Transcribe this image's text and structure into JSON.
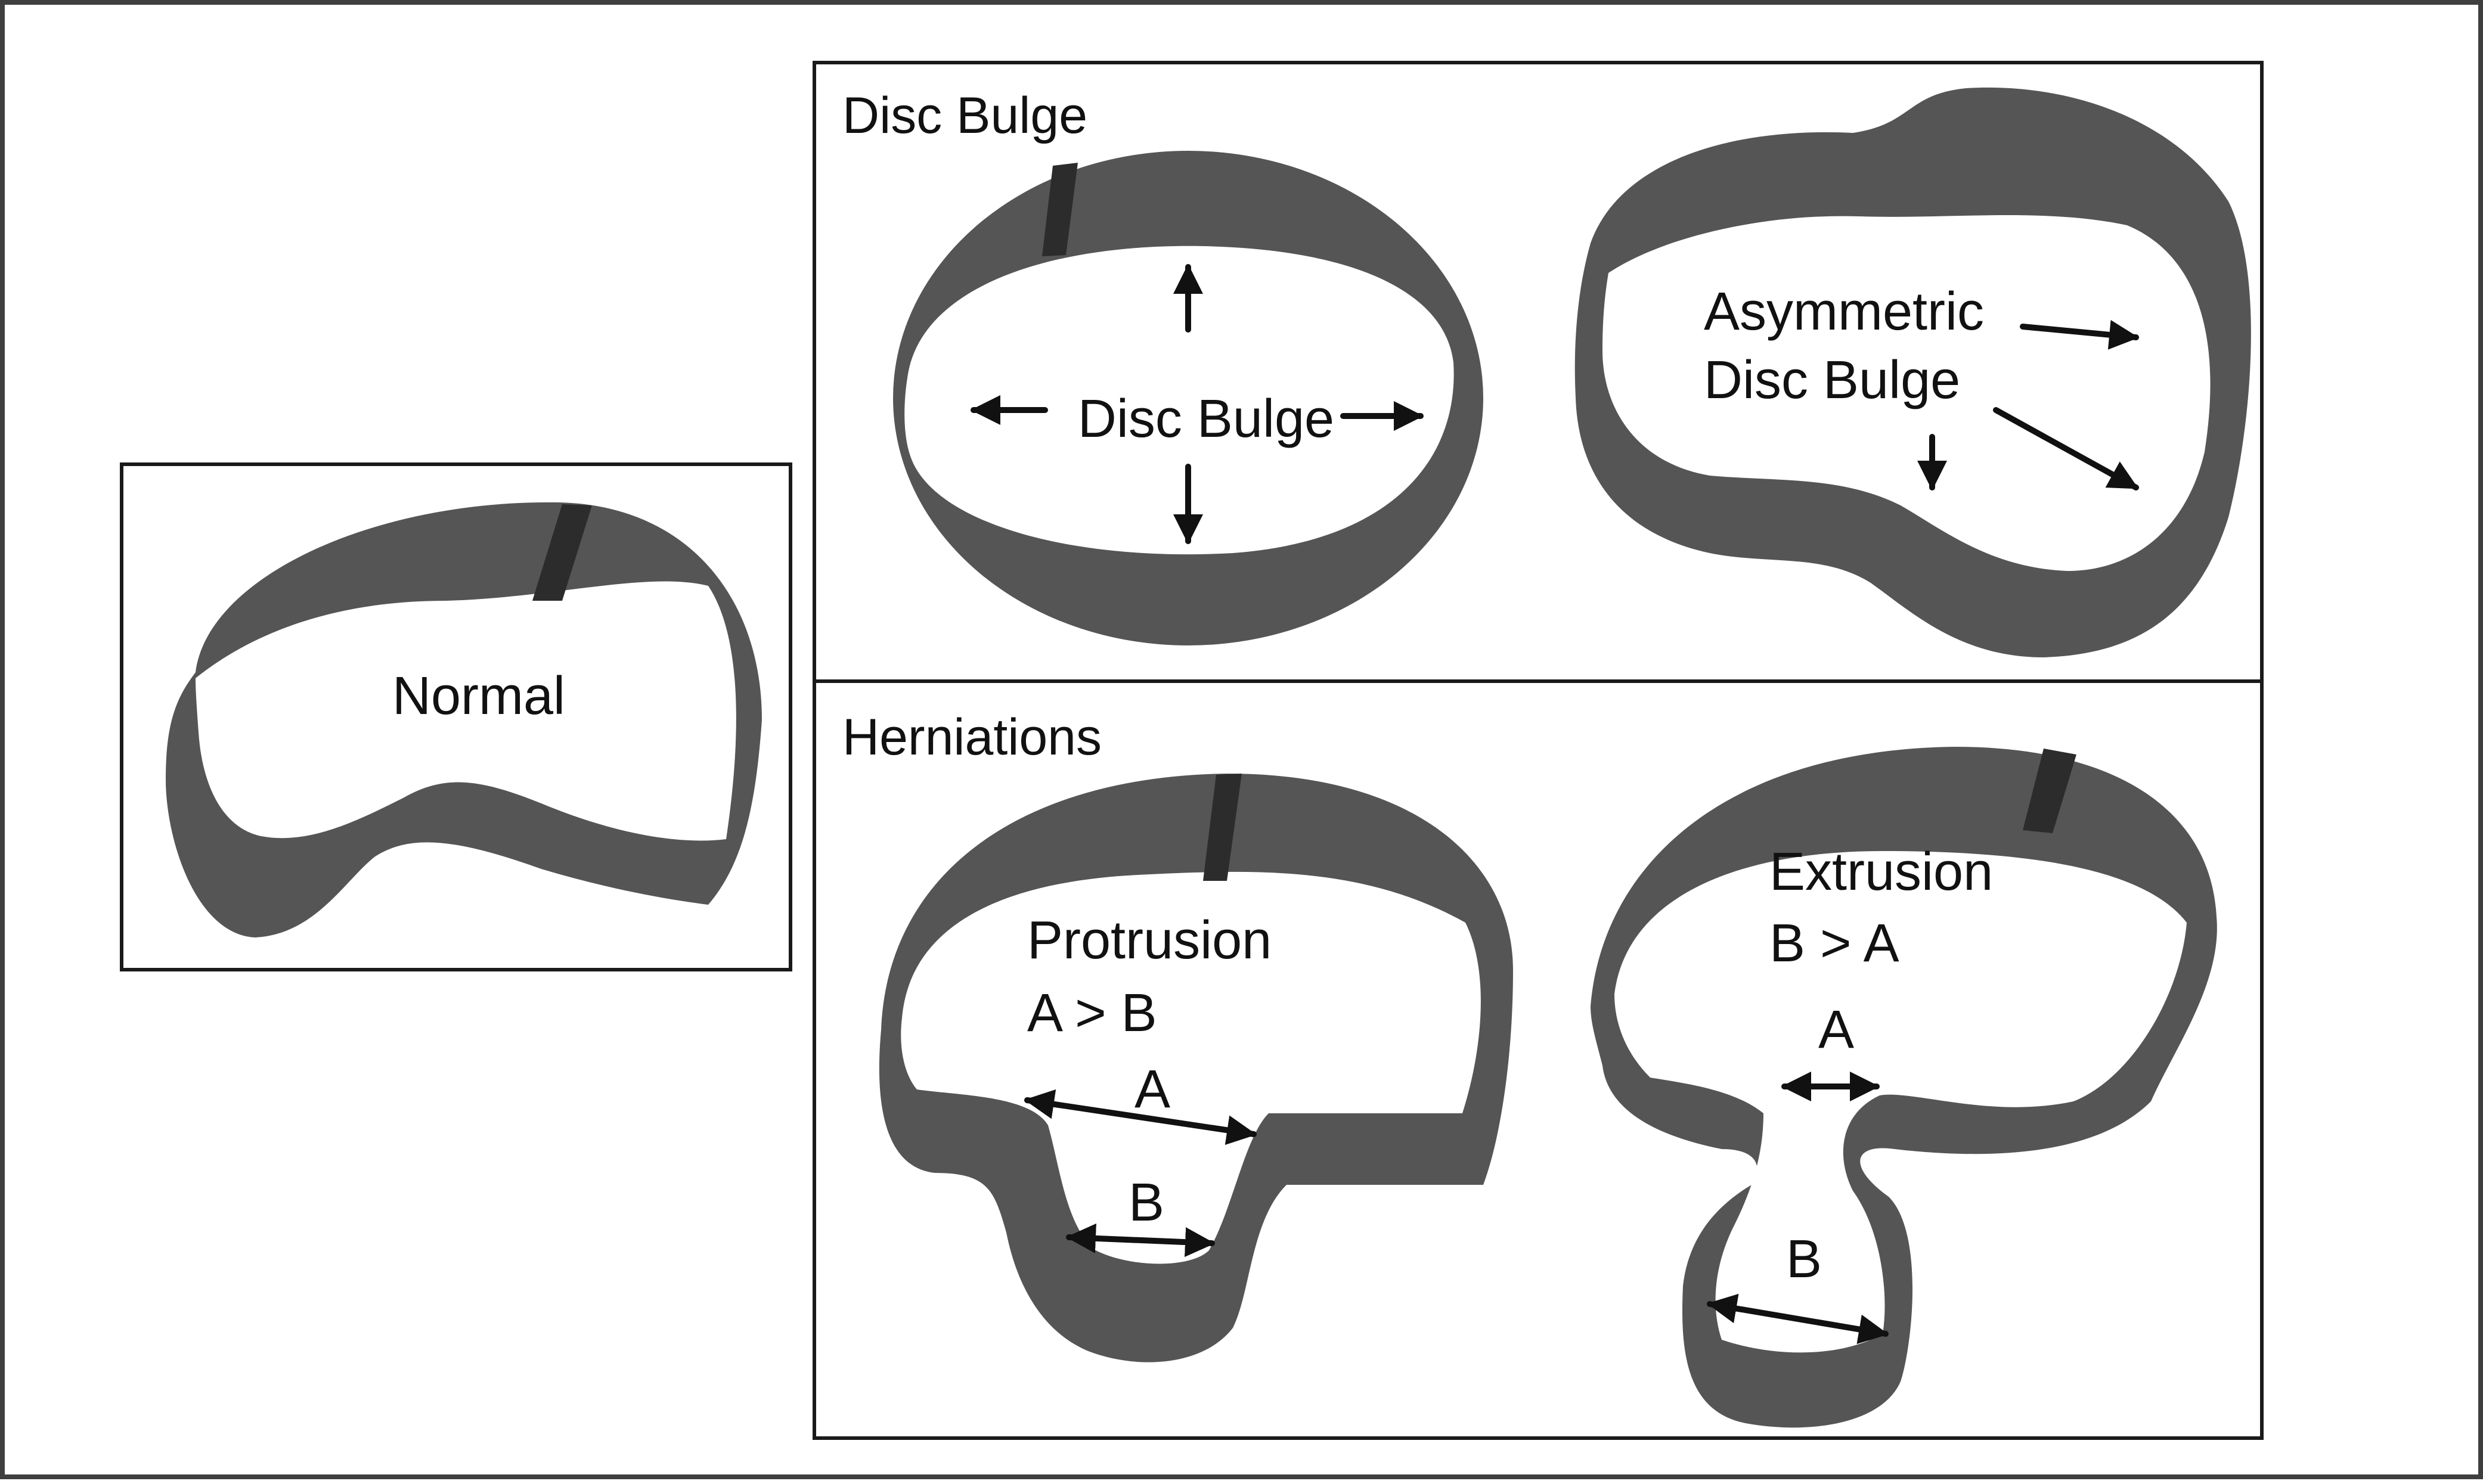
{
  "panels": {
    "normal": {
      "label": "Normal"
    },
    "disc_bulge": {
      "title": "Disc Bulge",
      "symmetric_label": "Disc Bulge",
      "asymmetric_label_line1": "Asymmetric",
      "asymmetric_label_line2": "Disc Bulge"
    },
    "herniations": {
      "title": "Herniations",
      "protrusion_line1": "Protrusion",
      "protrusion_line2": "A > B",
      "protrusion_a": "A",
      "protrusion_b": "B",
      "extrusion_line1": "Extrusion",
      "extrusion_line2": "B > A",
      "extrusion_a": "A",
      "extrusion_b": "B"
    }
  }
}
